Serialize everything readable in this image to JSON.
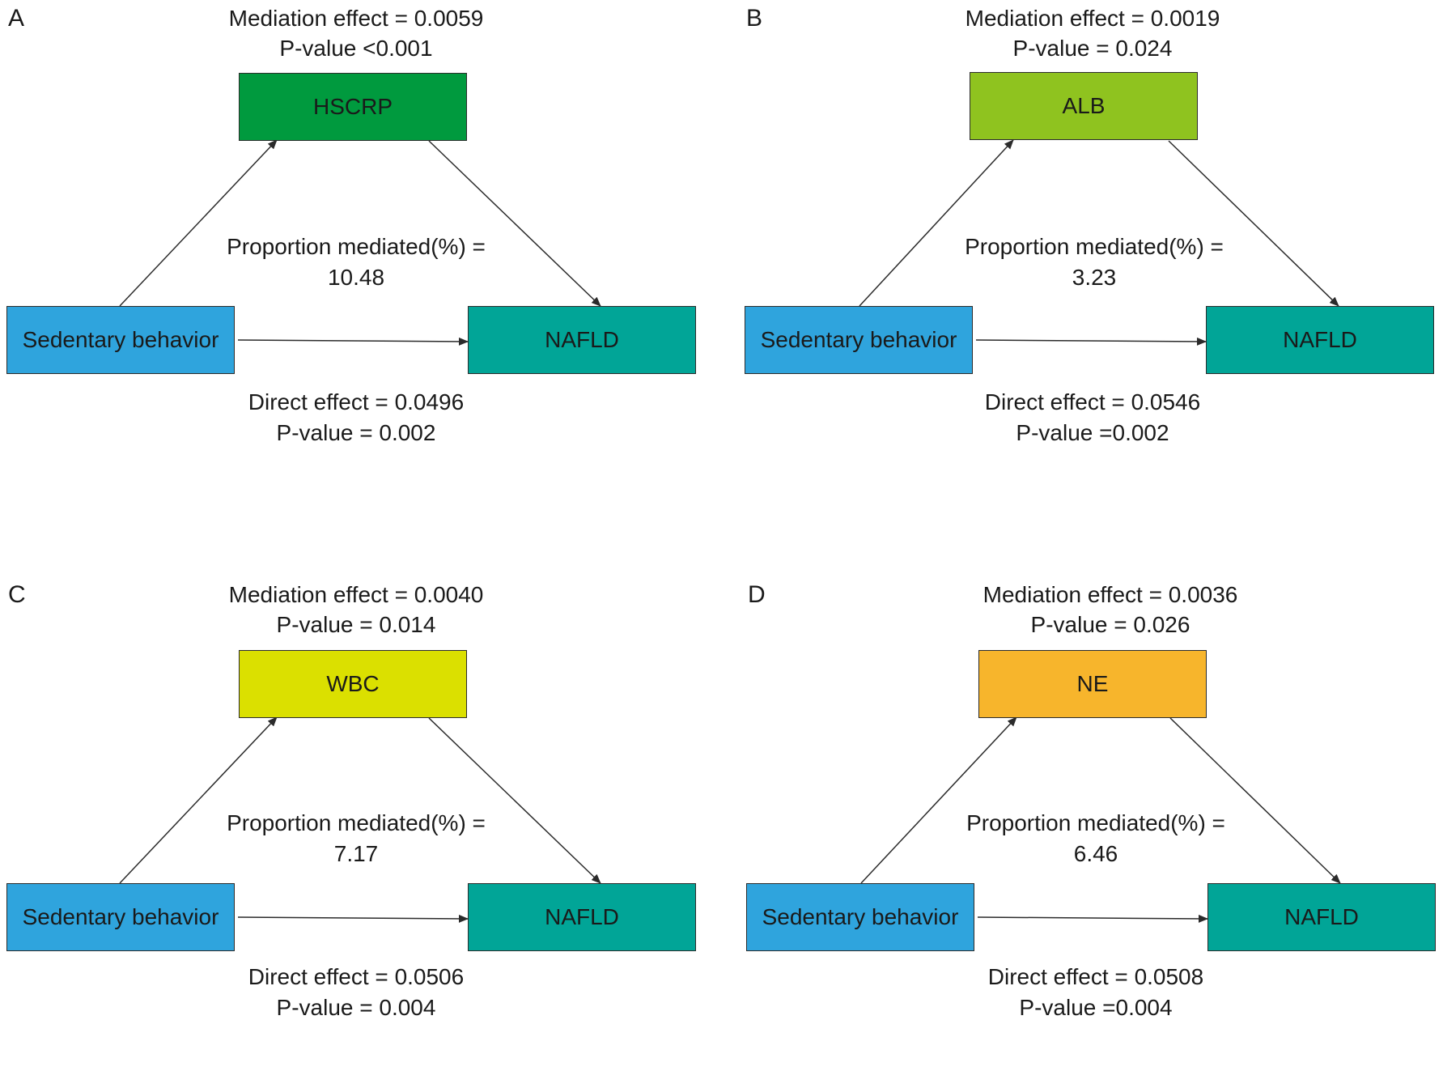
{
  "panels": [
    {
      "letter": "A",
      "mediation_effect": "Mediation effect = 0.0059",
      "mediation_p": "P-value <0.001",
      "mediator": "HSCRP",
      "mediator_color": "#009a3e",
      "proportion_label": "Proportion mediated(%) =",
      "proportion_value": "10.48",
      "exposure": "Sedentary behavior",
      "outcome": "NAFLD",
      "direct_effect": "Direct effect = 0.0496",
      "direct_p": "P-value = 0.002"
    },
    {
      "letter": "B",
      "mediation_effect": "Mediation effect = 0.0019",
      "mediation_p": "P-value = 0.024",
      "mediator": "ALB",
      "mediator_color": "#8fc31f",
      "proportion_label": "Proportion mediated(%) =",
      "proportion_value": "3.23",
      "exposure": "Sedentary behavior",
      "outcome": "NAFLD",
      "direct_effect": "Direct effect = 0.0546",
      "direct_p": "P-value =0.002"
    },
    {
      "letter": "C",
      "mediation_effect": "Mediation effect = 0.0040",
      "mediation_p": "P-value = 0.014",
      "mediator": "WBC",
      "mediator_color": "#dbe000",
      "proportion_label": "Proportion mediated(%) =",
      "proportion_value": "7.17",
      "exposure": "Sedentary behavior",
      "outcome": "NAFLD",
      "direct_effect": "Direct effect = 0.0506",
      "direct_p": "P-value = 0.004"
    },
    {
      "letter": "D",
      "mediation_effect": "Mediation effect = 0.0036",
      "mediation_p": "P-value = 0.026",
      "mediator": "NE",
      "mediator_color": "#f7b52c",
      "proportion_label": "Proportion mediated(%) =",
      "proportion_value": "6.46",
      "exposure": "Sedentary behavior",
      "outcome": "NAFLD",
      "direct_effect": "Direct effect = 0.0508",
      "direct_p": "P-value =0.004"
    }
  ],
  "colors": {
    "exposure_box": "#2fa4dd",
    "outcome_box": "#01a597",
    "arrow": "#2b2b2b"
  }
}
